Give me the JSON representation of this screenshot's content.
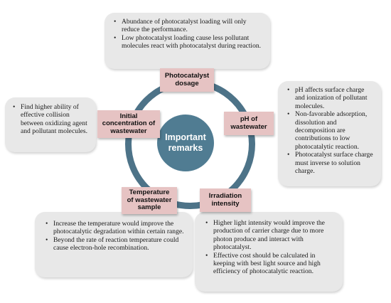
{
  "center": {
    "title": "Important\nremarks"
  },
  "factors": [
    {
      "label": "Photocatalyst\ndosage"
    },
    {
      "label": "pH of\nwastewater"
    },
    {
      "label": "Irradiation\nintensity"
    },
    {
      "label": "Temperature\nof wastewater\nsample"
    },
    {
      "label": "Initial\nconcentration of\nwastewater"
    }
  ],
  "notes": {
    "dosage": [
      "Abundance of photocatalyst loading will only reduce the performance.",
      "Low photocatalyst loading cause less pollutant molecules react with photocatalyst during reaction."
    ],
    "ph": [
      "pH affects surface charge and ionization of pollutant molecules.",
      "Non-favorable adsorption, dissolution and decomposition are contributions to low photocatalytic reaction.",
      "Photocatalyst surface charge must inverse to solution charge."
    ],
    "irradiation": [
      "Higher light intensity would improve the production of carrier charge due to more photon produce and interact with photocatalyst.",
      "Effective cost should be calculated in keeping with best light source and high efficiency of photocatalytic reaction."
    ],
    "temperature": [
      "Increase the temperature would improve the photocatalytic degradation within certain range.",
      "Beyond the rate of reaction temperature could cause electron-hole recombination."
    ],
    "concentration": [
      "Find higher ability of effective collision between oxidizing agent and pollutant molecules."
    ]
  }
}
